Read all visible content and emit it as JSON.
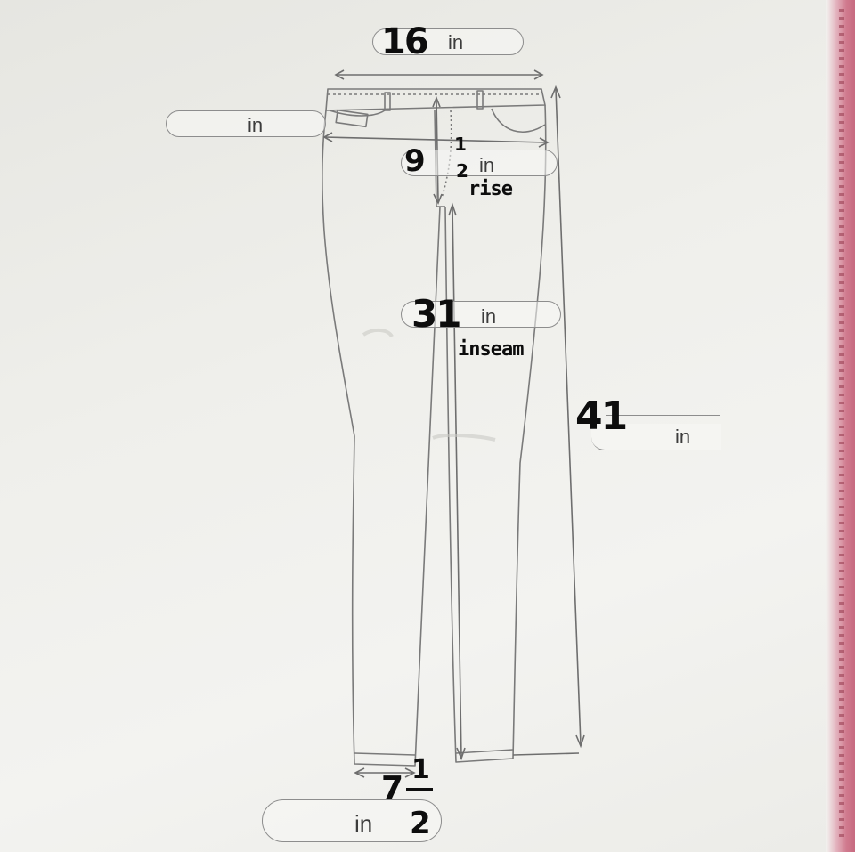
{
  "unit": "in",
  "measurements": {
    "waist": {
      "value": "16",
      "unit": "in"
    },
    "hip": {
      "value": "",
      "unit": "in"
    },
    "rise": {
      "value_whole": "9",
      "value_frac_num": "1",
      "value_frac_den": "2",
      "unit": "in",
      "label": "rise"
    },
    "inseam": {
      "value": "31",
      "unit": "in",
      "label": "inseam"
    },
    "length": {
      "value": "41",
      "unit": "in"
    },
    "leg_opening": {
      "value_whole": "7",
      "value_frac_num": "1",
      "value_frac_den": "2",
      "unit": "in"
    }
  },
  "colors": {
    "ink": "#0d0d0d",
    "line": "#7a7a7a",
    "binder": "#d07a8e"
  }
}
